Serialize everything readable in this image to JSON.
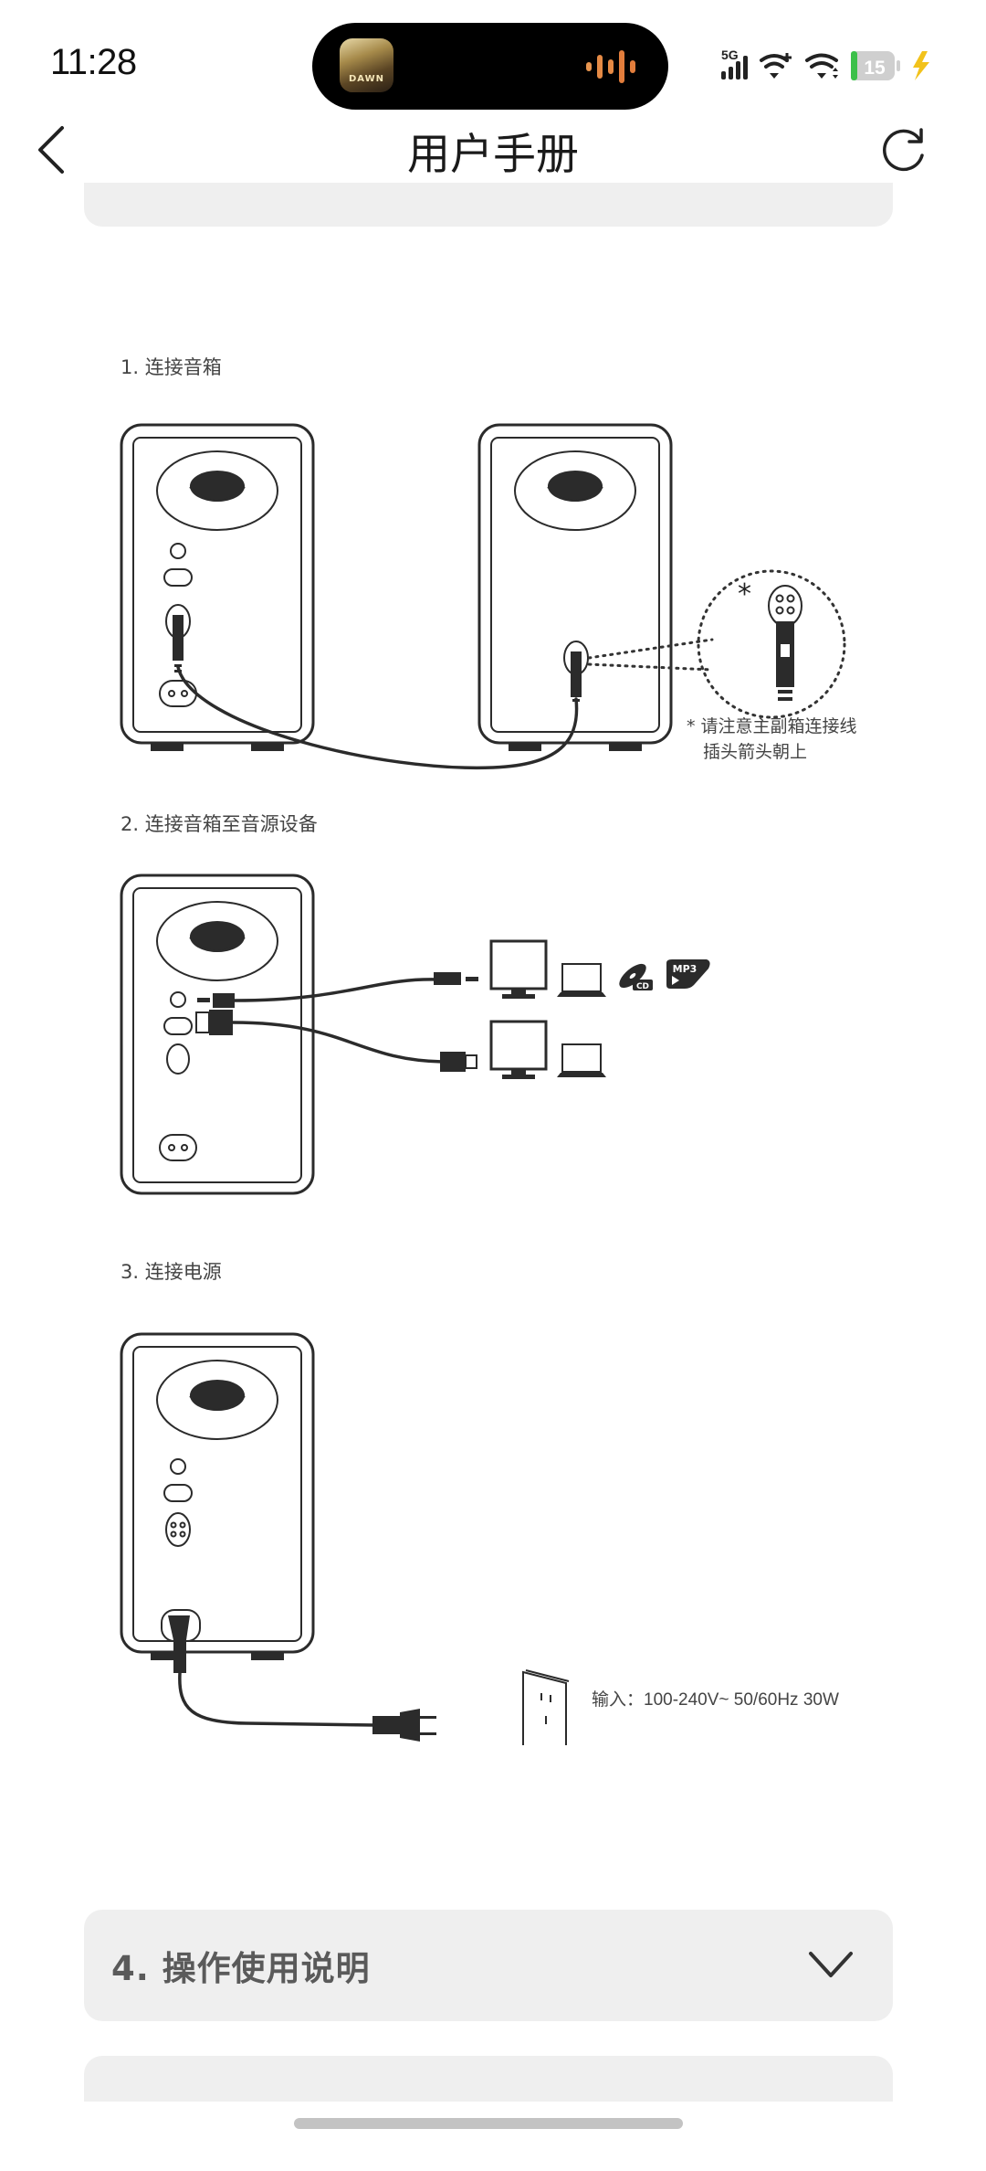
{
  "status_bar": {
    "time": "11:28",
    "network": "5G",
    "battery_level": "15",
    "live_activity": {
      "app_icon_label": "DAWN",
      "indicator": "audio-waveform"
    },
    "icons": [
      "cellular-signal-icon",
      "wifi-plus-icon",
      "wifi-icon",
      "battery-icon",
      "charging-bolt-icon"
    ]
  },
  "nav": {
    "title": "用户手册",
    "back_icon": "chevron-left-icon",
    "refresh_icon": "refresh-icon"
  },
  "manual": {
    "steps": [
      {
        "title": "1. 连接音箱",
        "note_lines": [
          "* 请注意主副箱连接线",
          "插头箭头朝上"
        ],
        "callout_marker": "*"
      },
      {
        "title": "2. 连接音箱至音源设备",
        "sources": [
          "desktop-monitor",
          "laptop",
          "cd",
          "mp3"
        ],
        "source_labels": {
          "cd": "CD",
          "mp3": "MP3"
        }
      },
      {
        "title": "3. 连接电源",
        "spec": "输入：100-240V~ 50/60Hz 30W"
      }
    ]
  },
  "sections": [
    {
      "label": "4.  操作使用说明",
      "expanded": false,
      "icon": "chevron-down-icon"
    }
  ]
}
